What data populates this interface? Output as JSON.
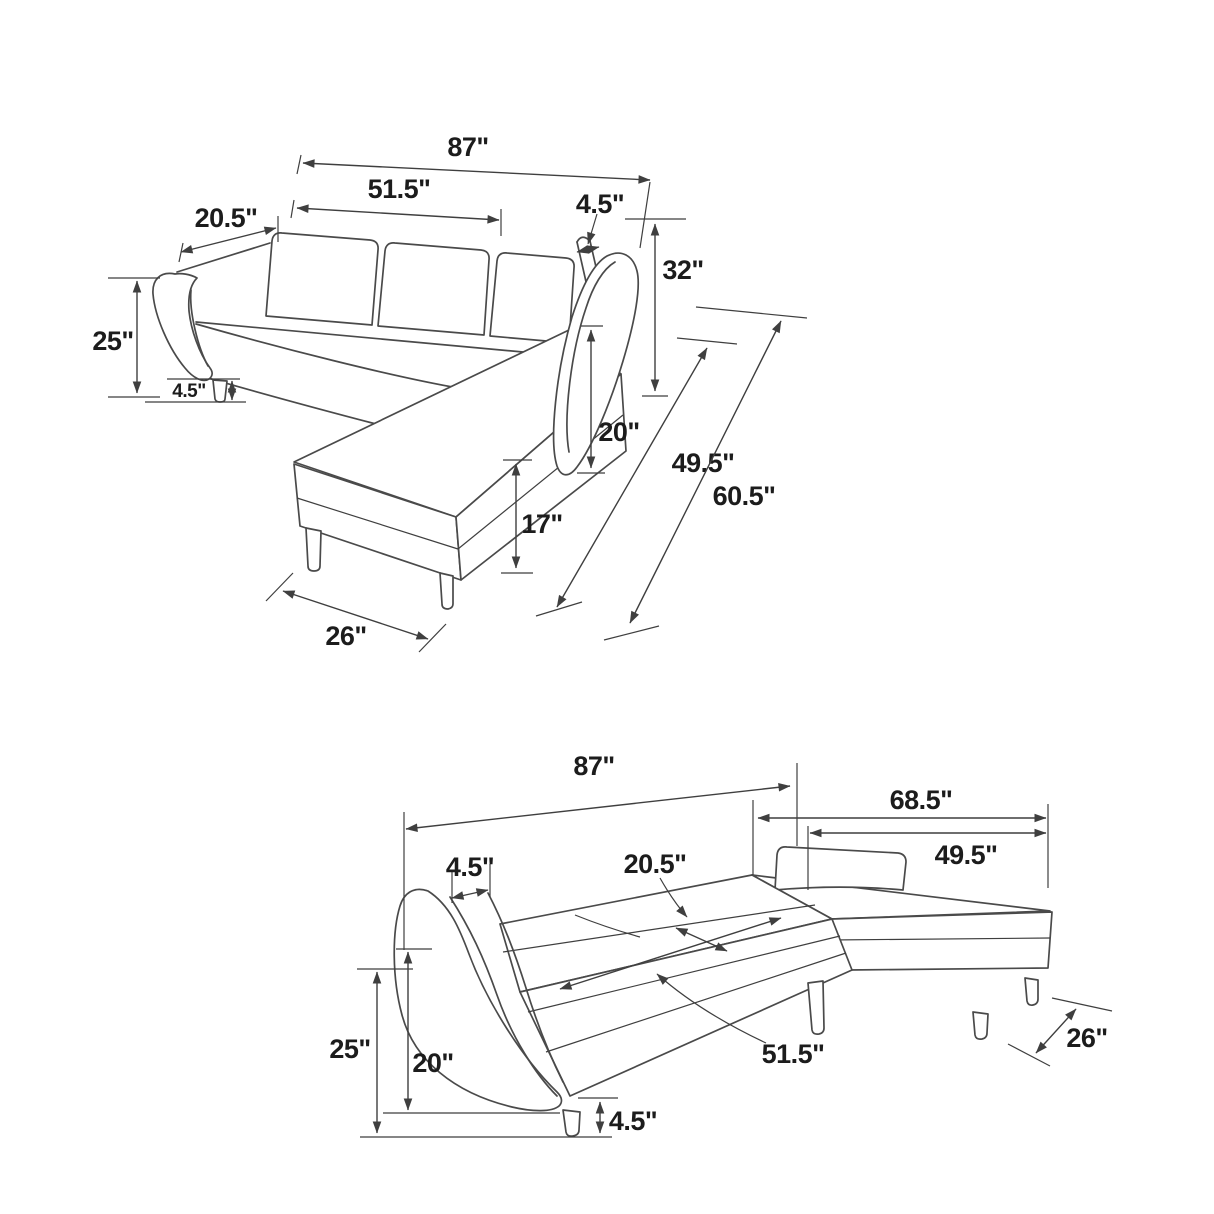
{
  "diagram_type": "furniture-dimension-drawing",
  "product": "sectional-sofa-sleeper",
  "top_view": {
    "description": "sofa-with-chaise-configuration",
    "dims": {
      "overall_width": "87\"",
      "seat_back_width": "51.5\"",
      "armrest_length": "20.5\"",
      "back_cushion_thickness": "4.5\"",
      "overall_height": "32\"",
      "arm_height": "25\"",
      "leg_height": "4.5\"",
      "chaise_back_height": "20\"",
      "seat_height": "17\"",
      "chaise_width": "26\"",
      "chaise_length": "49.5\"",
      "overall_depth": "60.5\""
    }
  },
  "bottom_view": {
    "description": "sofa-bed-open-configuration",
    "dims": {
      "overall_length": "87\"",
      "open_depth": "68.5\"",
      "chaise_length": "49.5\"",
      "arm_thickness": "4.5\"",
      "cushion_width": "20.5\"",
      "arm_height": "25\"",
      "bed_height": "20\"",
      "bed_length": "51.5\"",
      "leg_height": "4.5\"",
      "chaise_width": "26\""
    }
  }
}
